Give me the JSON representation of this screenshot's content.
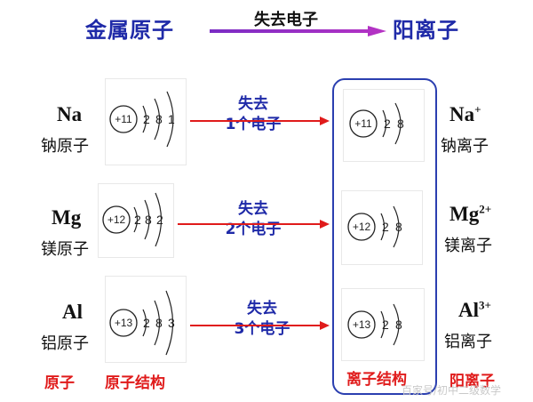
{
  "header": {
    "left": "金属原子",
    "middle": "失去电子",
    "right": "阳离子"
  },
  "colors": {
    "title_blue": "#1f2aa8",
    "arrow_red": "#e01b1b",
    "label_red": "#e01b1b",
    "box_blue": "#2b3fb0"
  },
  "rows": [
    {
      "symbol": "Na",
      "atom_name": "钠原子",
      "atom_nucleus": "+11",
      "atom_shells": [
        "2",
        "8",
        "1"
      ],
      "lose_line1": "失去",
      "lose_line2": "1个电子",
      "ion_nucleus": "+11",
      "ion_shells": [
        "2",
        "8"
      ],
      "ion_symbol": "Na",
      "ion_charge": "+",
      "ion_name": "钠离子"
    },
    {
      "symbol": "Mg",
      "atom_name": "镁原子",
      "atom_nucleus": "+12",
      "atom_shells": [
        "2",
        "8",
        "2"
      ],
      "lose_line1": "失去",
      "lose_line2": "2个电子",
      "ion_nucleus": "+12",
      "ion_shells": [
        "2",
        "8"
      ],
      "ion_symbol": "Mg",
      "ion_charge": "2+",
      "ion_name": "镁离子"
    },
    {
      "symbol": "Al",
      "atom_name": "铝原子",
      "atom_nucleus": "+13",
      "atom_shells": [
        "2",
        "8",
        "3"
      ],
      "lose_line1": "失去",
      "lose_line2": "3个电子",
      "ion_nucleus": "+13",
      "ion_shells": [
        "2",
        "8"
      ],
      "ion_symbol": "Al",
      "ion_charge": "3+",
      "ion_name": "铝离子"
    }
  ],
  "footer": {
    "atom": "原子",
    "atom_structure": "原子结构",
    "ion_structure": "离子结构",
    "cation": "阳离子"
  },
  "watermark": "百家号/初中二级数学"
}
